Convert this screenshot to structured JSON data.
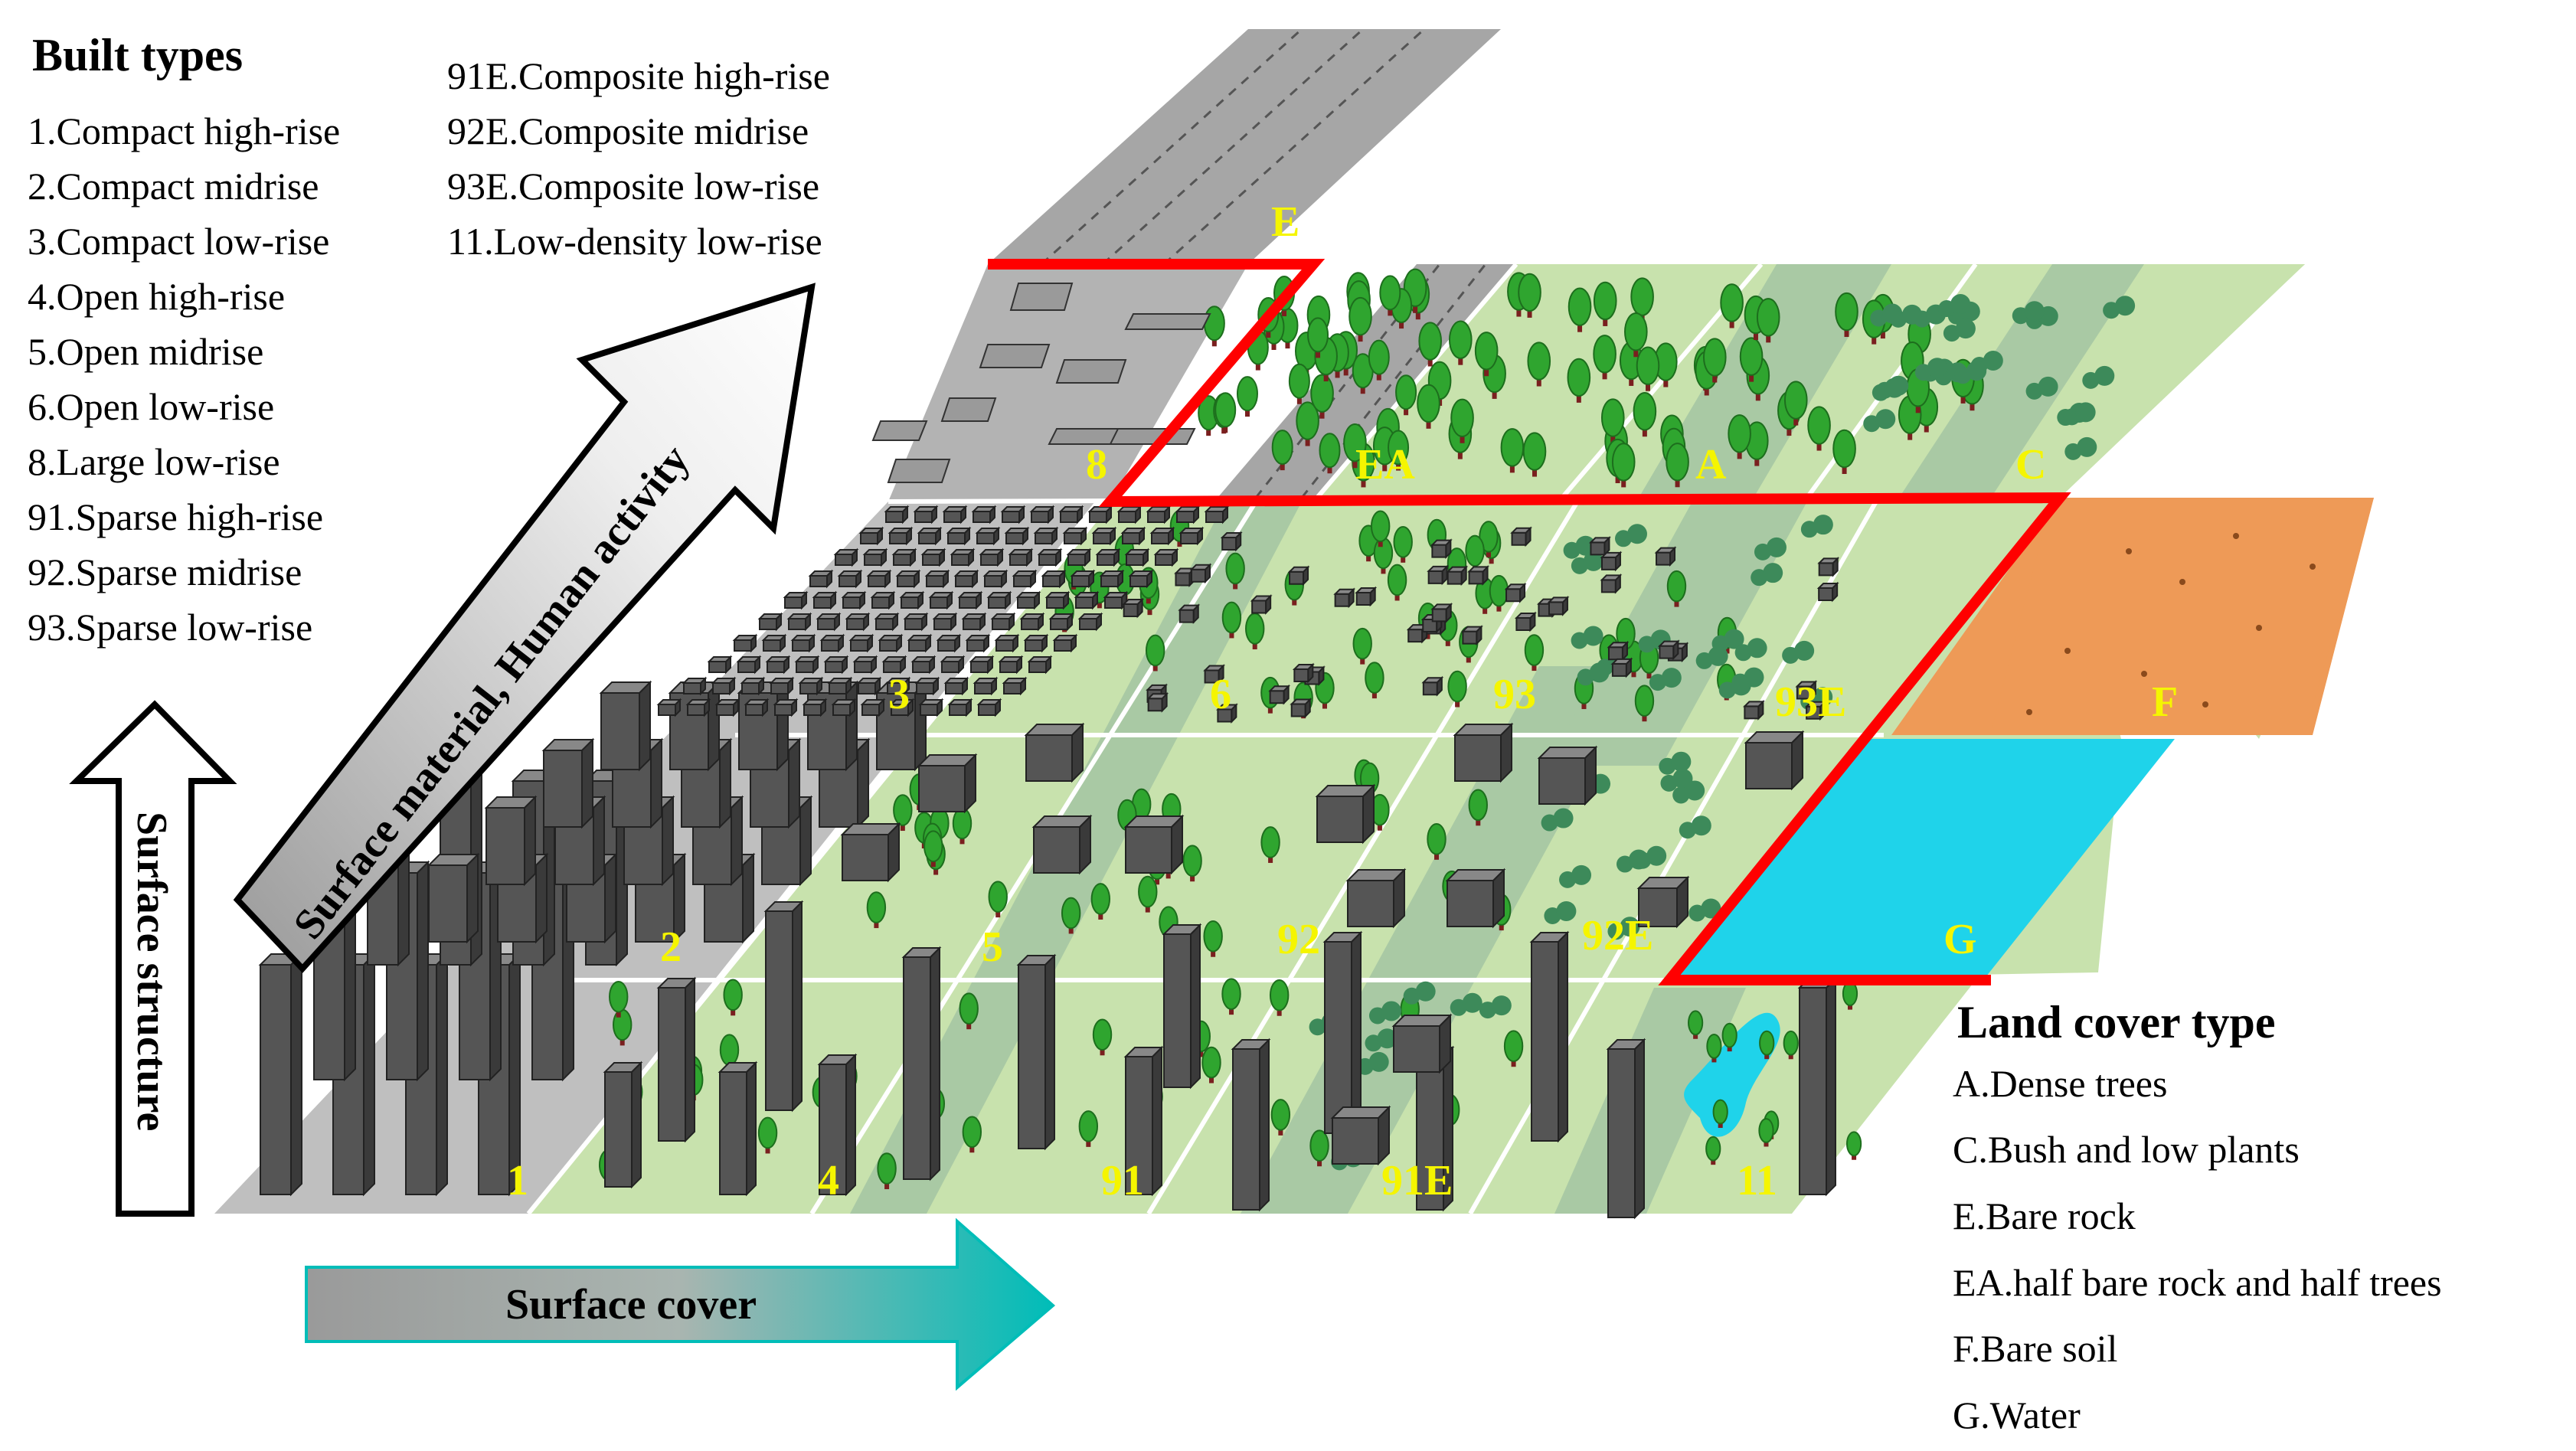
{
  "built_types": {
    "title": "Built types",
    "items": [
      "1.Compact high-rise",
      "2.Compact midrise",
      "3.Compact low-rise",
      "4.Open high-rise",
      "5.Open midrise",
      "6.Open low-rise",
      "8.Large low-rise",
      "91.Sparse  high-rise",
      "92.Sparse  midrise",
      "93.Sparse  low-rise"
    ],
    "items_col2": [
      "91E.Composite  high-rise",
      "92E.Composite  midrise",
      "93E.Composite  low-rise",
      "11.Low-density  low-rise"
    ]
  },
  "land_cover": {
    "title": "Land cover type",
    "items": [
      "A.Dense trees",
      "C.Bush and low plants",
      "E.Bare rock",
      "EA.half bare rock and half trees",
      "F.Bare soil",
      "G.Water"
    ]
  },
  "arrows": {
    "diagonal": "Surface material, Human activity",
    "vertical": "Surface structure",
    "horizontal": "Surface cover"
  },
  "zones": {
    "l1": "1",
    "l2": "2",
    "l3": "3",
    "l4": "4",
    "l5": "5",
    "l6": "6",
    "l8": "8",
    "l91": "91",
    "l92": "92",
    "l93": "93",
    "l91e": "91E",
    "l92e": "92E",
    "l93e": "93E",
    "l11": "11",
    "lA": "A",
    "lC": "C",
    "lE": "E",
    "lEA": "EA",
    "lF": "F",
    "lG": "G"
  },
  "colors": {
    "vegetation": "#c8e2ad",
    "vegetation_dark": "#a8c9a4",
    "impervious": "#bfbfbf",
    "rock": "#a6a6a6",
    "soil": "#ee9a57",
    "water": "#1fd3ea",
    "boundary": "#ff0000",
    "label": "#f5f500",
    "building": "#555555"
  }
}
